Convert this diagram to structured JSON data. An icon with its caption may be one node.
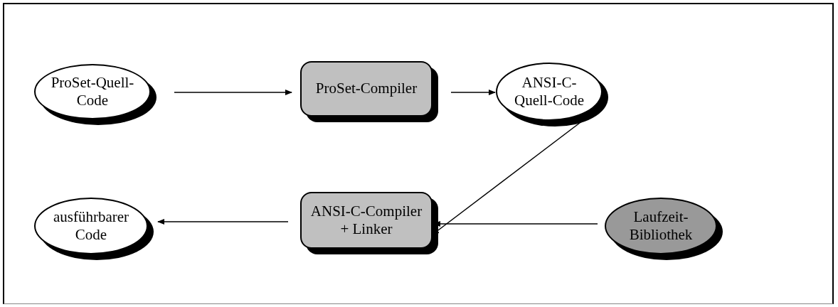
{
  "diagram": {
    "nodes": [
      {
        "text": [
          "ProSet-Quell-Code"
        ]
      },
      {
        "text": [
          "ProSet-Compiler"
        ]
      },
      {
        "text": [
          "ANSI-C-Quell-Code"
        ]
      },
      {
        "text": [
          "ausführbarer Code"
        ]
      },
      {
        "text": [
          "ANSI-C-Compiler + Linker"
        ]
      },
      {
        "text": [
          "Laufzeit-Bibliothek"
        ]
      }
    ],
    "edges": [
      {
        "from": 0,
        "to": 1,
        "arrow": "to"
      },
      {
        "from": 1,
        "to": 2,
        "arrow": "to"
      },
      {
        "from": 2,
        "to": 4,
        "arrow": "to"
      },
      {
        "from": 4,
        "to": 3,
        "arrow": "to"
      },
      {
        "from": 5,
        "to": 4,
        "arrow": "to"
      }
    ]
  }
}
